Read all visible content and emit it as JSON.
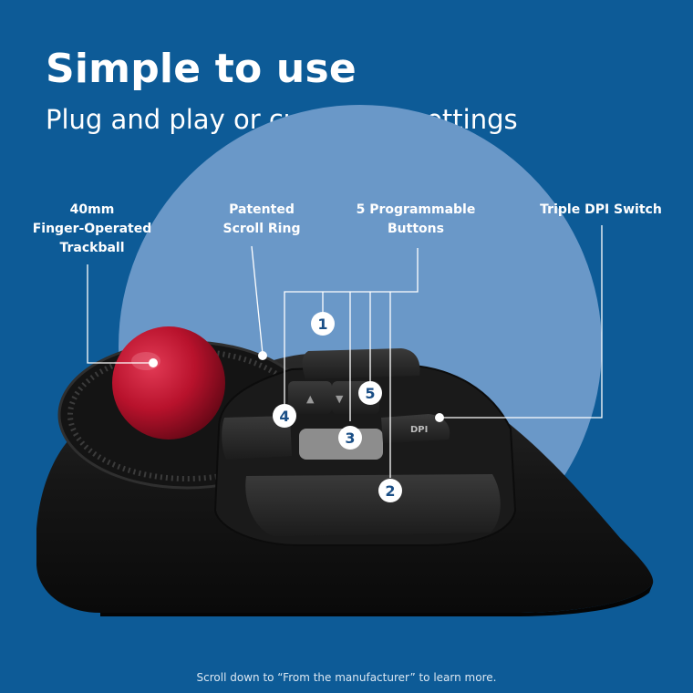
{
  "heading": {
    "title": "Simple to use",
    "subtitle": "Plug and play or customize settings"
  },
  "callouts": {
    "trackball": [
      "40mm",
      "Finger-Operated",
      "Trackball"
    ],
    "scroll_ring": [
      "Patented",
      "Scroll Ring"
    ],
    "buttons": [
      "5 Programmable",
      "Buttons"
    ],
    "dpi": [
      "Triple DPI Switch"
    ]
  },
  "markers": [
    "1",
    "2",
    "3",
    "4",
    "5"
  ],
  "button_glyphs": {
    "dpi": "DPI",
    "up": "▲",
    "down": "▼"
  },
  "footer": "Scroll down to “From the manufacturer” to learn more.",
  "colors": {
    "background": "#0d5b97",
    "circle": "#6a98c8",
    "mouse_body": "#161616",
    "trackball": "#c0152e",
    "marker_text": "#1b4f86"
  }
}
